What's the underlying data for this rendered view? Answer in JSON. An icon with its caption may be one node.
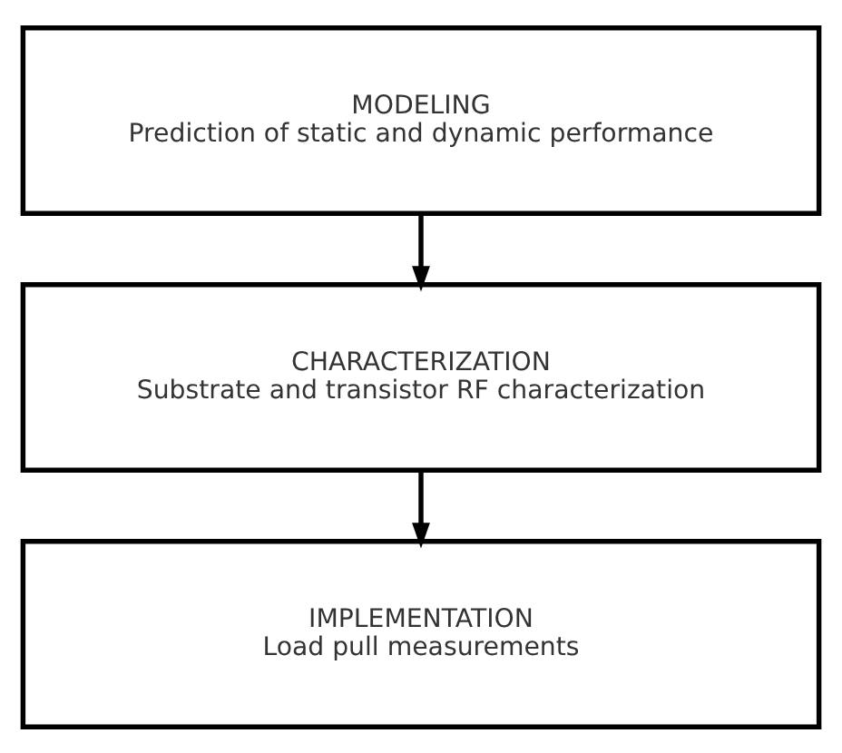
{
  "diagram": {
    "nodes": [
      {
        "text": [
          "MODELING",
          "Prediction of static and dynamic performance"
        ]
      },
      {
        "text": [
          "CHARACTERIZATION",
          "Substrate and transistor RF characterization"
        ]
      },
      {
        "text": [
          "IMPLEMENTATION",
          "Load pull measurements"
        ]
      }
    ],
    "edges": [
      {
        "from": 0,
        "to": 1,
        "arrow": "to"
      },
      {
        "from": 1,
        "to": 2,
        "arrow": "to"
      }
    ]
  }
}
